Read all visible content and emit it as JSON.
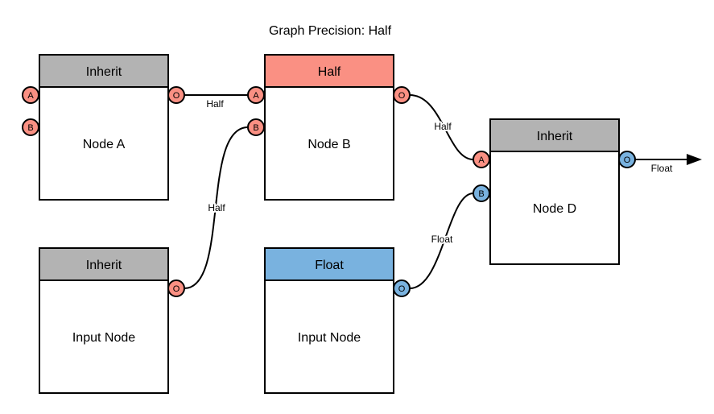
{
  "title": "Graph Precision: Half",
  "colors": {
    "salmon": "#FA9083",
    "gray": "#B3B3B3",
    "blue": "#79B2DF",
    "stroke": "#000000",
    "background": "#FFFFFF"
  },
  "nodes": [
    {
      "id": "node-a",
      "header": "Inherit",
      "header_color": "gray",
      "label": "Node A",
      "ports": [
        {
          "name": "A",
          "side": "left",
          "color": "salmon"
        },
        {
          "name": "B",
          "side": "left",
          "color": "salmon"
        },
        {
          "name": "O",
          "side": "right",
          "color": "salmon"
        }
      ]
    },
    {
      "id": "node-b",
      "header": "Half",
      "header_color": "salmon",
      "label": "Node B",
      "ports": [
        {
          "name": "A",
          "side": "left",
          "color": "salmon"
        },
        {
          "name": "B",
          "side": "left",
          "color": "salmon"
        },
        {
          "name": "O",
          "side": "right",
          "color": "salmon"
        }
      ]
    },
    {
      "id": "node-d",
      "header": "Inherit",
      "header_color": "gray",
      "label": "Node D",
      "ports": [
        {
          "name": "A",
          "side": "left",
          "color": "salmon"
        },
        {
          "name": "B",
          "side": "left",
          "color": "blue"
        },
        {
          "name": "O",
          "side": "right",
          "color": "blue"
        }
      ]
    },
    {
      "id": "input-node-1",
      "header": "Inherit",
      "header_color": "gray",
      "label": "Input Node",
      "ports": [
        {
          "name": "O",
          "side": "right",
          "color": "salmon"
        }
      ]
    },
    {
      "id": "input-node-2",
      "header": "Float",
      "header_color": "blue",
      "label": "Input Node",
      "ports": [
        {
          "name": "O",
          "side": "right",
          "color": "blue"
        }
      ]
    }
  ],
  "edges": [
    {
      "label": "Half",
      "from": "node-a.O",
      "to": "node-b.A"
    },
    {
      "label": "Half",
      "from": "input-node-1.O",
      "to": "node-b.B"
    },
    {
      "label": "Half",
      "from": "node-b.O",
      "to": "node-d.A"
    },
    {
      "label": "Float",
      "from": "input-node-2.O",
      "to": "node-d.B"
    },
    {
      "label": "Float",
      "from": "node-d.O",
      "to": "graph-output-arrow"
    }
  ]
}
